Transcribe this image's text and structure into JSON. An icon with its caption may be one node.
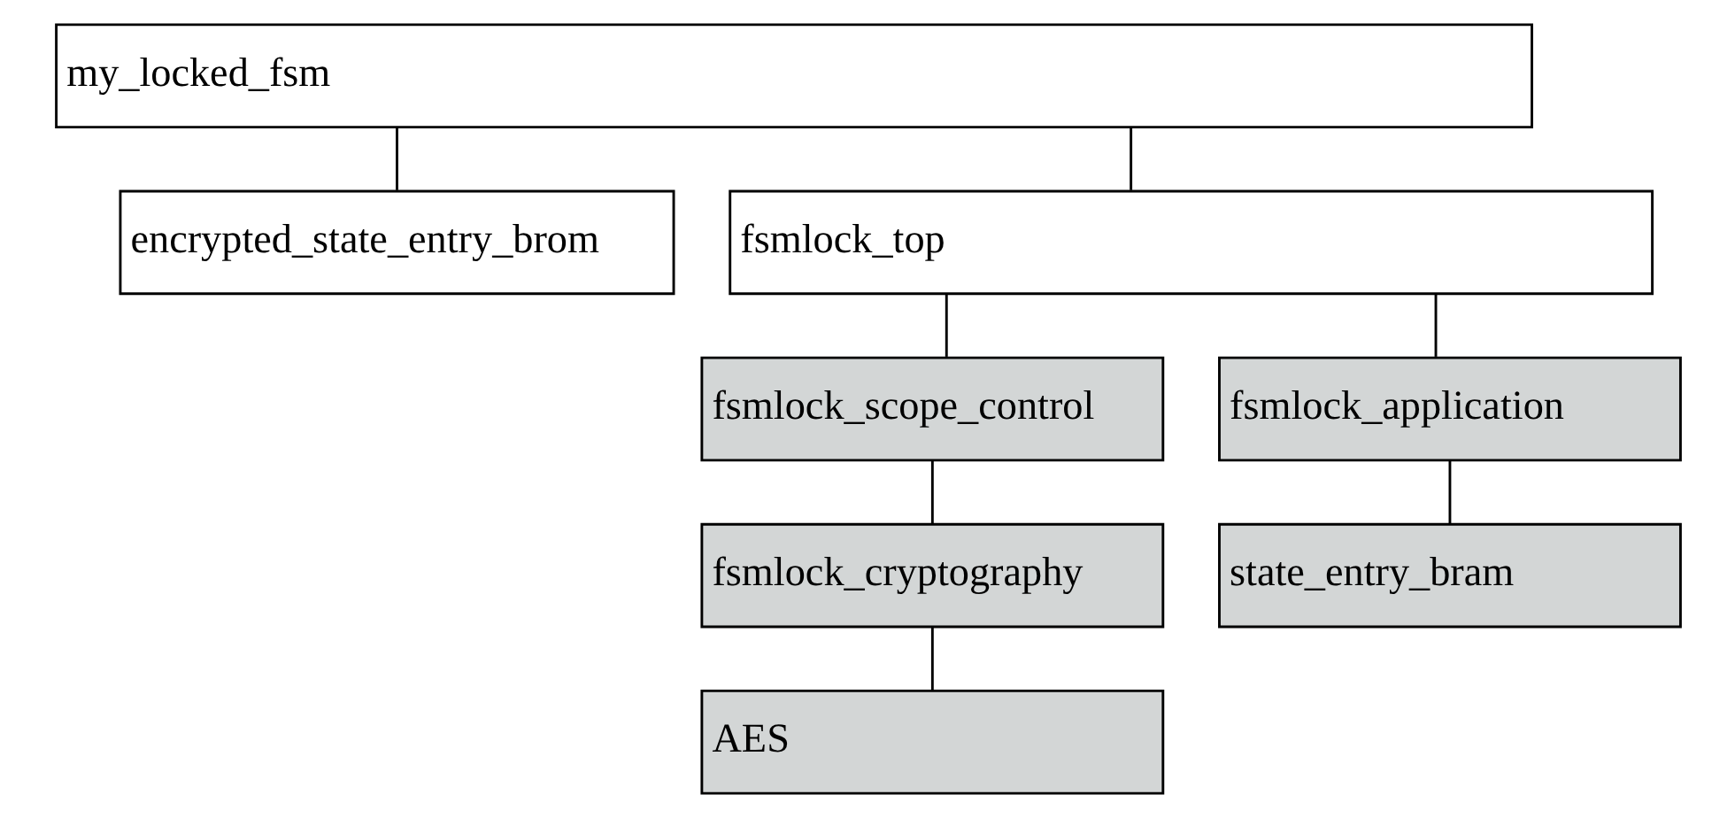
{
  "diagram": {
    "nodes": [
      {
        "text": [
          "my_locked_fsm"
        ]
      },
      {
        "text": [
          "encrypted_state_entry_brom"
        ]
      },
      {
        "text": [
          "fsmlock_top"
        ]
      },
      {
        "text": [
          "fsmlock_scope_control"
        ]
      },
      {
        "text": [
          "fsmlock_application"
        ]
      },
      {
        "text": [
          "fsmlock_cryptography"
        ]
      },
      {
        "text": [
          "state_entry_bram"
        ]
      },
      {
        "text": [
          "AES"
        ]
      }
    ],
    "edges": [
      {
        "from": 0,
        "to": 1,
        "arrow": "none"
      },
      {
        "from": 0,
        "to": 2,
        "arrow": "none"
      },
      {
        "from": 2,
        "to": 3,
        "arrow": "none"
      },
      {
        "from": 2,
        "to": 4,
        "arrow": "none"
      },
      {
        "from": 3,
        "to": 5,
        "arrow": "none"
      },
      {
        "from": 4,
        "to": 6,
        "arrow": "none"
      },
      {
        "from": 5,
        "to": 7,
        "arrow": "none"
      }
    ]
  }
}
